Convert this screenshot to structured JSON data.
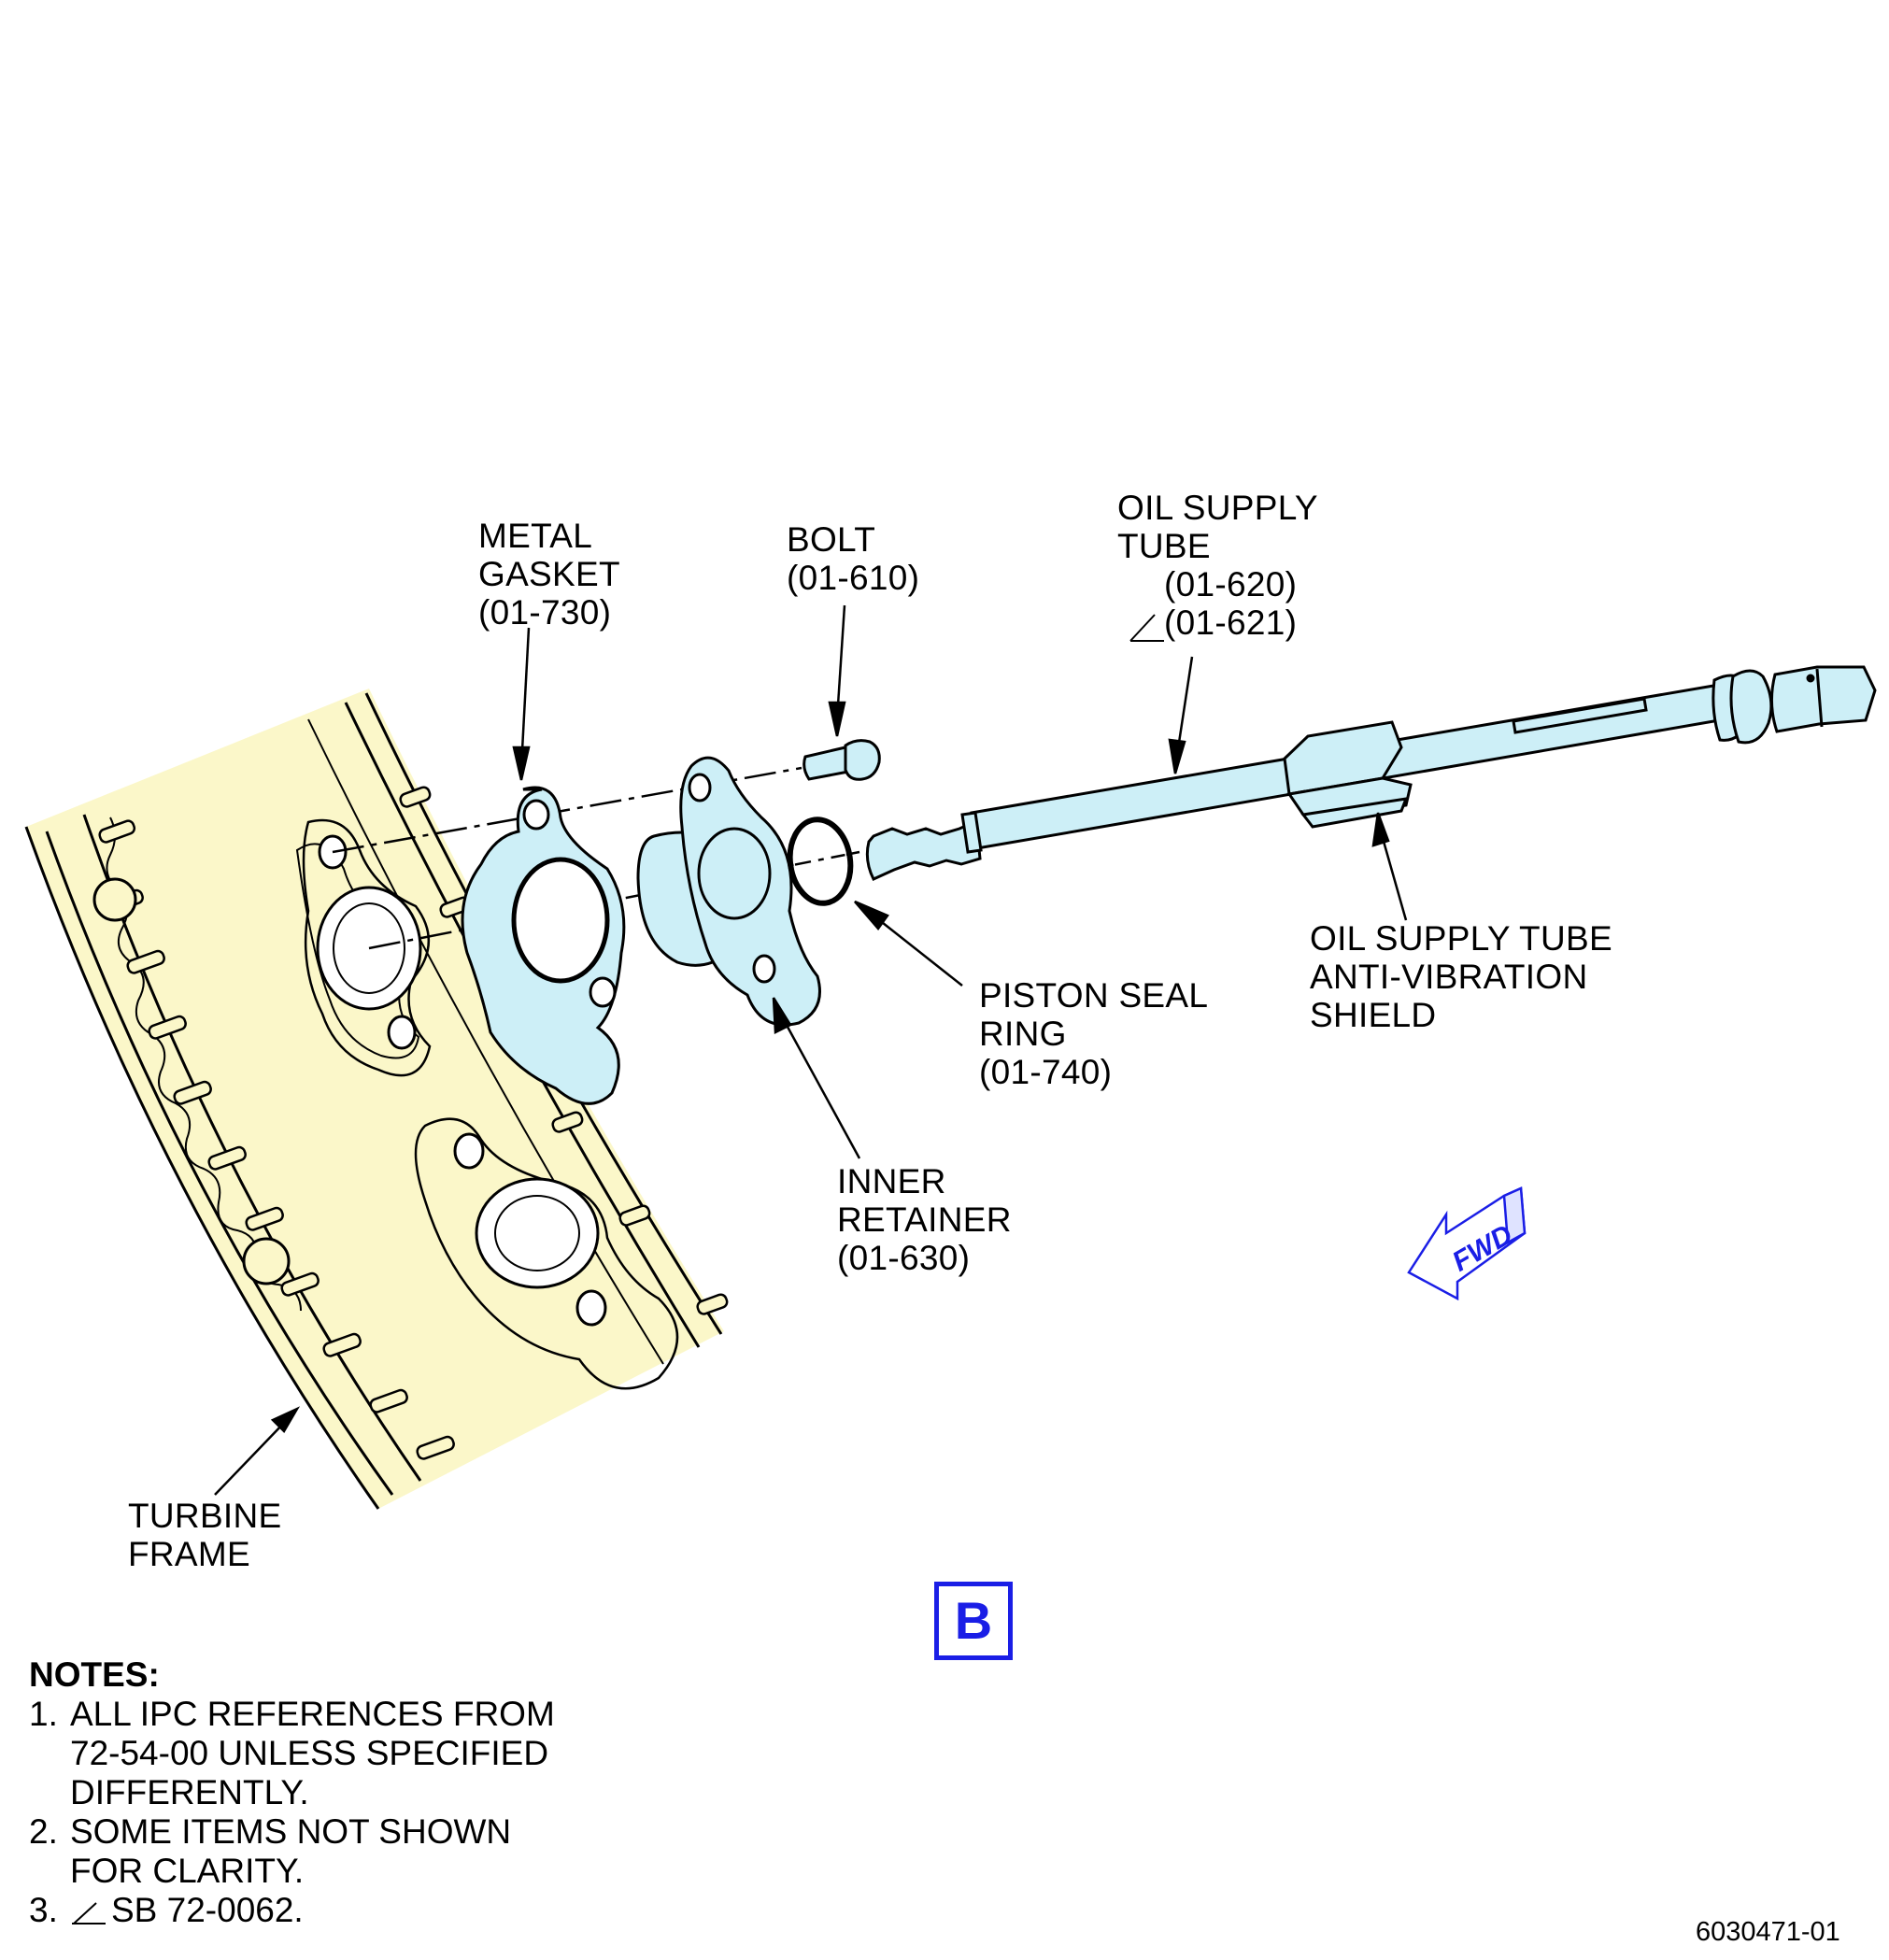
{
  "labels": {
    "metal_gasket": [
      "METAL",
      "GASKET",
      "(01-730)"
    ],
    "bolt": [
      "BOLT",
      "(01-610)"
    ],
    "oil_supply_tube": [
      "OIL SUPPLY",
      "TUBE",
      "(01-620)",
      "(01-621)"
    ],
    "piston_seal_ring": [
      "PISTON SEAL",
      "RING",
      "(01-740)"
    ],
    "inner_retainer": [
      "INNER",
      "RETAINER",
      "(01-630)"
    ],
    "anti_vibration_shield": [
      "OIL SUPPLY TUBE",
      "ANTI-VIBRATION",
      "SHIELD"
    ],
    "turbine_frame": [
      "TURBINE",
      "FRAME"
    ]
  },
  "fwd_arrow": "FWD",
  "view_letter": "B",
  "notes": {
    "heading": "NOTES:",
    "items": [
      {
        "num": "1.",
        "lines": [
          "ALL IPC REFERENCES FROM",
          "72-54-00 UNLESS SPECIFIED",
          "DIFFERENTLY."
        ]
      },
      {
        "num": "2.",
        "lines": [
          "SOME ITEMS NOT SHOWN",
          "FOR CLARITY."
        ]
      },
      {
        "num": "3.",
        "lines": [
          "SB 72-0062."
        ]
      }
    ]
  },
  "figure_number": "6030471-01",
  "colors": {
    "frame_fill": "#fbf7c9",
    "part_fill": "#cdeff7",
    "callout_blue": "#1a1ee6",
    "line": "#000000"
  }
}
